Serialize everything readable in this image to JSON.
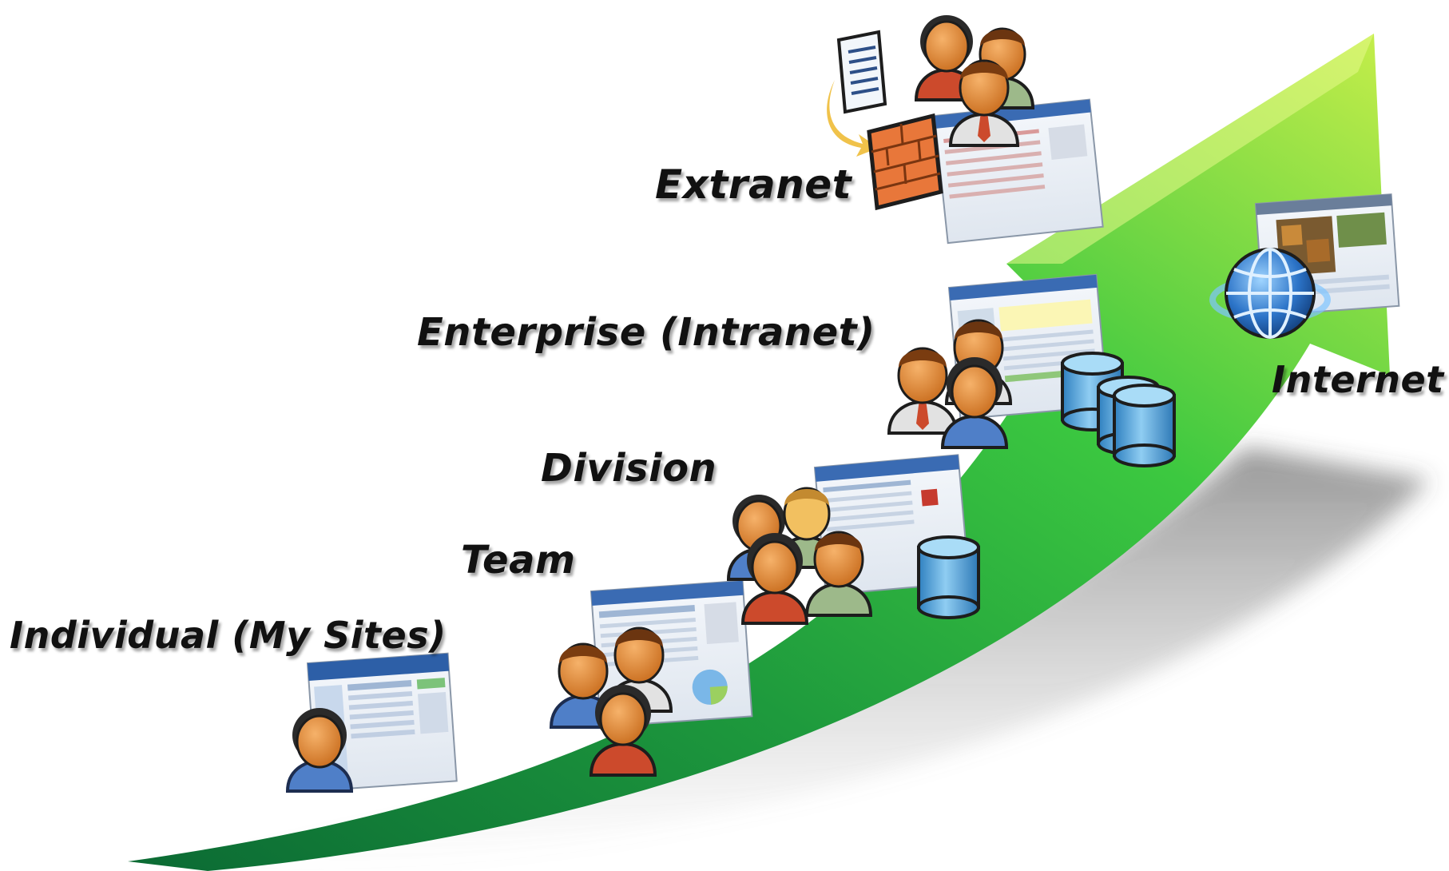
{
  "stages": {
    "individual": "Individual (My Sites)",
    "team": "Team",
    "division": "Division",
    "enterprise": "Enterprise (Intranet)",
    "extranet": "Extranet",
    "internet": "Internet"
  },
  "colors": {
    "arrow_dark": "#0f7a3c",
    "arrow_mid": "#2fbe3f",
    "arrow_light": "#b8ea3a",
    "person_orange": "#e48a2a",
    "person_blue": "#4f7fc8",
    "person_red": "#cc4a2c",
    "person_green": "#9db98a",
    "database_blue": "#5aa9df",
    "firewall_orange": "#e8773a"
  }
}
